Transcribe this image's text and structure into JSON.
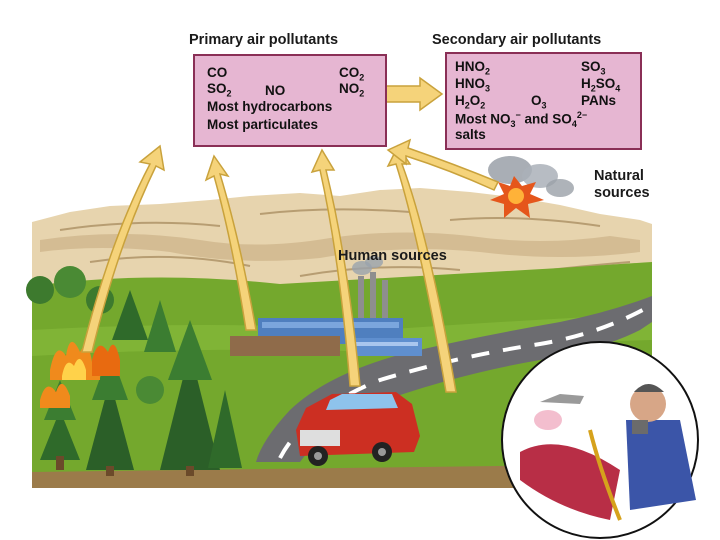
{
  "primary": {
    "header": "Primary air pollutants",
    "items": {
      "co": "CO",
      "co2": {
        "base": "CO",
        "sub": "2"
      },
      "so2": {
        "base": "SO",
        "sub": "2"
      },
      "no": "NO",
      "no2": {
        "base": "NO",
        "sub": "2"
      },
      "hydrocarbons": "Most hydrocarbons",
      "particulates": "Most particulates"
    }
  },
  "secondary": {
    "header": "Secondary air pollutants",
    "items": {
      "hno2": {
        "base": "HNO",
        "sub": "2"
      },
      "so3": {
        "base": "SO",
        "sub": "3"
      },
      "hno3": {
        "base": "HNO",
        "sub": "3"
      },
      "h2so4": {
        "h": "H",
        "sub1": "2",
        "mid": "SO",
        "sub2": "4"
      },
      "h2o2": {
        "h": "H",
        "sub1": "2",
        "mid": "O",
        "sub2": "2"
      },
      "o3": {
        "base": "O",
        "sub": "3"
      },
      "pans": "PANs",
      "salts": {
        "line1_prefix": "Most NO",
        "no3_sub": "3",
        "no3_sup": "−",
        "and": "and SO",
        "so4_sub": "4",
        "so4_sup": "2−",
        "line2": "salts"
      }
    }
  },
  "labels": {
    "natural": "Natural sources",
    "human": "Human sources"
  },
  "colors": {
    "box_fill": "#e6b6d2",
    "box_border": "#8a2f56",
    "arrow": "#f5d37a",
    "arrow_edge": "#c9a23c",
    "mountain": "#e7d4ae",
    "grass": "#74a82d",
    "road": "#6c6c70",
    "car": "#cc2f22",
    "factory": "#4f7fbf"
  }
}
